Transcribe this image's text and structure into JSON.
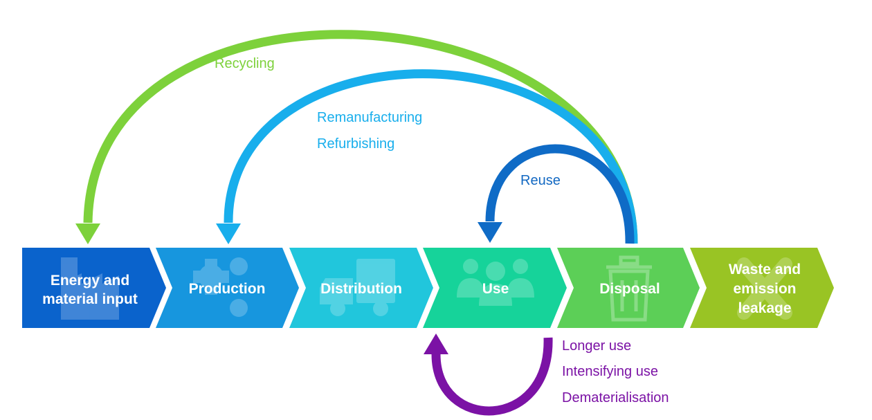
{
  "steps": [
    {
      "lines": [
        "Energy and",
        "material input"
      ],
      "color": "#0a63cc",
      "icon": "factory-icon"
    },
    {
      "lines": [
        "Production"
      ],
      "color": "#1796de",
      "icon": "gears-icon"
    },
    {
      "lines": [
        "Distribution"
      ],
      "color": "#21c6dc",
      "icon": "truck-icon"
    },
    {
      "lines": [
        "Use"
      ],
      "color": "#16d39a",
      "icon": "people-icon"
    },
    {
      "lines": [
        "Disposal"
      ],
      "color": "#5ccf57",
      "icon": "trash-bin-icon"
    },
    {
      "lines": [
        "Waste and",
        "emission",
        "leakage"
      ],
      "color": "#99c424",
      "icon": "x-mark-icon"
    }
  ],
  "loops": {
    "recycling": {
      "label": "Recycling",
      "color": "#7dd13b"
    },
    "remanufacturing": {
      "labels": [
        "Remanufacturing",
        "Refurbishing"
      ],
      "color": "#18aeec"
    },
    "reuse": {
      "label": "Reuse",
      "color": "#0f6bc6",
      "label_color": "#1268c2"
    },
    "longer_use": {
      "labels": [
        "Longer use",
        "Intensifying use",
        "Dematerialisation"
      ],
      "color": "#7b12a5"
    }
  }
}
